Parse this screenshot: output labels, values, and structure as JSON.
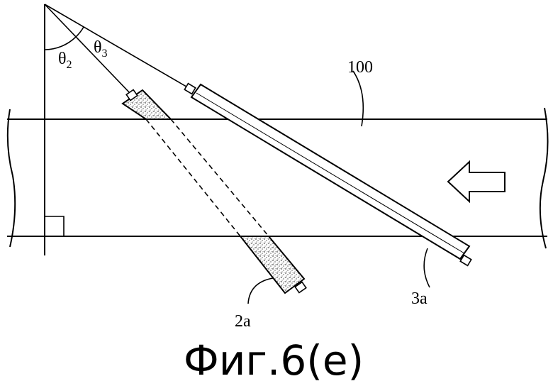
{
  "labels": {
    "theta2": {
      "symbol": "θ",
      "subscript": "2"
    },
    "theta3": {
      "symbol": "θ",
      "subscript": "3"
    },
    "web": "100",
    "roller_2a": "2a",
    "roller_3a": "3a"
  },
  "caption": "Фиг.6(е)",
  "icons": {
    "flow_arrow": "left-arrow-icon",
    "right_angle": "right-angle-marker-icon"
  },
  "colors": {
    "ink": "#000000",
    "paper": "#ffffff"
  }
}
